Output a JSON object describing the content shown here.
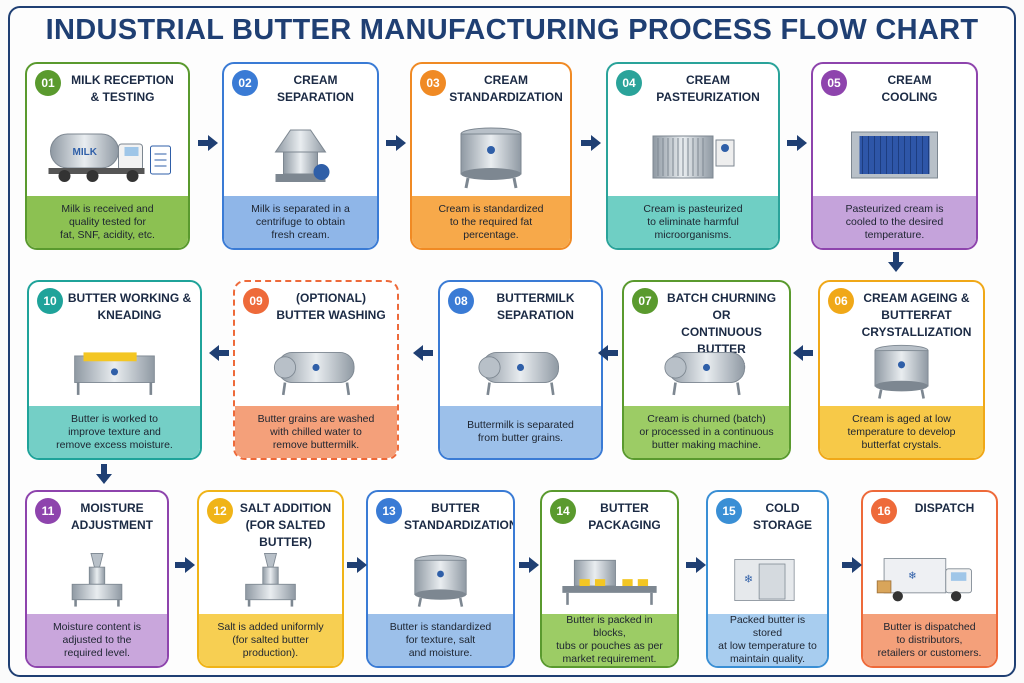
{
  "title": "INDUSTRIAL BUTTER MANUFACTURING PROCESS FLOW CHART",
  "steps": [
    {
      "num": "01",
      "title": "MILK RECEPTION\n& TESTING",
      "desc": "Milk is received and\nquality tested for\nfat, SNF, acidity, etc.",
      "color": "#5a9a2e",
      "bg": "#8cc152",
      "icon": "milk-tanker-truck-icon",
      "truck_label": "MILK"
    },
    {
      "num": "02",
      "title": "CREAM\nSEPARATION",
      "desc": "Milk is separated in a\ncentrifuge to obtain\nfresh cream.",
      "color": "#3a7bd5",
      "bg": "#8fb6e8",
      "icon": "centrifuge-separator-icon"
    },
    {
      "num": "03",
      "title": "CREAM\nSTANDARDIZATION",
      "desc": "Cream is standardized\nto the required fat\npercentage.",
      "color": "#f08a24",
      "bg": "#f7a94a",
      "icon": "standardization-tank-icon"
    },
    {
      "num": "04",
      "title": "CREAM\nPASTEURIZATION",
      "desc": "Cream is pasteurized\nto eliminate harmful\nmicroorganisms.",
      "color": "#2aa39a",
      "bg": "#6fcfc4",
      "icon": "plate-pasteurizer-icon"
    },
    {
      "num": "05",
      "title": "CREAM\nCOOLING",
      "desc": "Pasteurized cream is\ncooled to the desired\ntemperature.",
      "color": "#8e44ad",
      "bg": "#c5a3db",
      "icon": "plate-cooler-icon"
    },
    {
      "num": "06",
      "title": "CREAM AGEING &\nBUTTERFAT\nCRYSTALLIZATION",
      "desc": "Cream is aged at low\ntemperature to develop\nbutterfat crystals.",
      "color": "#f0a818",
      "bg": "#f7c948",
      "icon": "ageing-tank-icon"
    },
    {
      "num": "07",
      "title": "BATCH CHURNING OR\nCONTINUOUS BUTTER\nMAKING",
      "desc": "Cream is churned (batch)\nor processed in a continuous\nbutter making machine.",
      "color": "#5a9a2e",
      "bg": "#9ccc65",
      "icon": "butter-churn-icon"
    },
    {
      "num": "08",
      "title": "BUTTERMILK\nSEPARATION",
      "desc": "Buttermilk is separated\nfrom butter grains.",
      "color": "#3a7bd5",
      "bg": "#9cc0ea",
      "icon": "buttermilk-separator-icon"
    },
    {
      "num": "09",
      "title": "(OPTIONAL)\nBUTTER WASHING",
      "desc": "Butter grains are washed\nwith chilled water to\nremove buttermilk.",
      "color": "#ee6a3a",
      "bg": "#f4a07a",
      "icon": "washing-drum-icon"
    },
    {
      "num": "10",
      "title": "BUTTER WORKING &\nKNEADING",
      "desc": "Butter is worked to\nimprove texture and\nremove excess moisture.",
      "color": "#1fa39a",
      "bg": "#74cfc6",
      "icon": "kneading-machine-icon"
    },
    {
      "num": "11",
      "title": "MOISTURE\nADJUSTMENT",
      "desc": "Moisture content is\nadjusted to the\nrequired level.",
      "color": "#8e44ad",
      "bg": "#c9a6dc",
      "icon": "moisture-dosing-icon"
    },
    {
      "num": "12",
      "title": "SALT ADDITION\n(FOR SALTED BUTTER)",
      "desc": "Salt is added uniformly\n(for salted butter\nproduction).",
      "color": "#f0b418",
      "bg": "#f7cf52",
      "icon": "salt-dosing-icon"
    },
    {
      "num": "13",
      "title": "BUTTER\nSTANDARDIZATION",
      "desc": "Butter is standardized\nfor texture, salt\nand moisture.",
      "color": "#3a7bd5",
      "bg": "#9cc0ea",
      "icon": "butter-tank-icon"
    },
    {
      "num": "14",
      "title": "BUTTER\nPACKAGING",
      "desc": "Butter is packed in blocks,\ntubs or pouches as per\nmarket requirement.",
      "color": "#5a9a2e",
      "bg": "#9ccc65",
      "icon": "packaging-line-icon"
    },
    {
      "num": "15",
      "title": "COLD STORAGE",
      "desc": "Packed butter is stored\nat low temperature to\nmaintain quality.",
      "color": "#3a8fd5",
      "bg": "#a8cdef",
      "icon": "cold-room-icon"
    },
    {
      "num": "16",
      "title": "DISPATCH",
      "desc": "Butter is dispatched\nto distributors,\nretailers or customers.",
      "color": "#ee6a3a",
      "bg": "#f4a07a",
      "icon": "delivery-truck-icon"
    }
  ],
  "arrow_color": "#1f3f73"
}
